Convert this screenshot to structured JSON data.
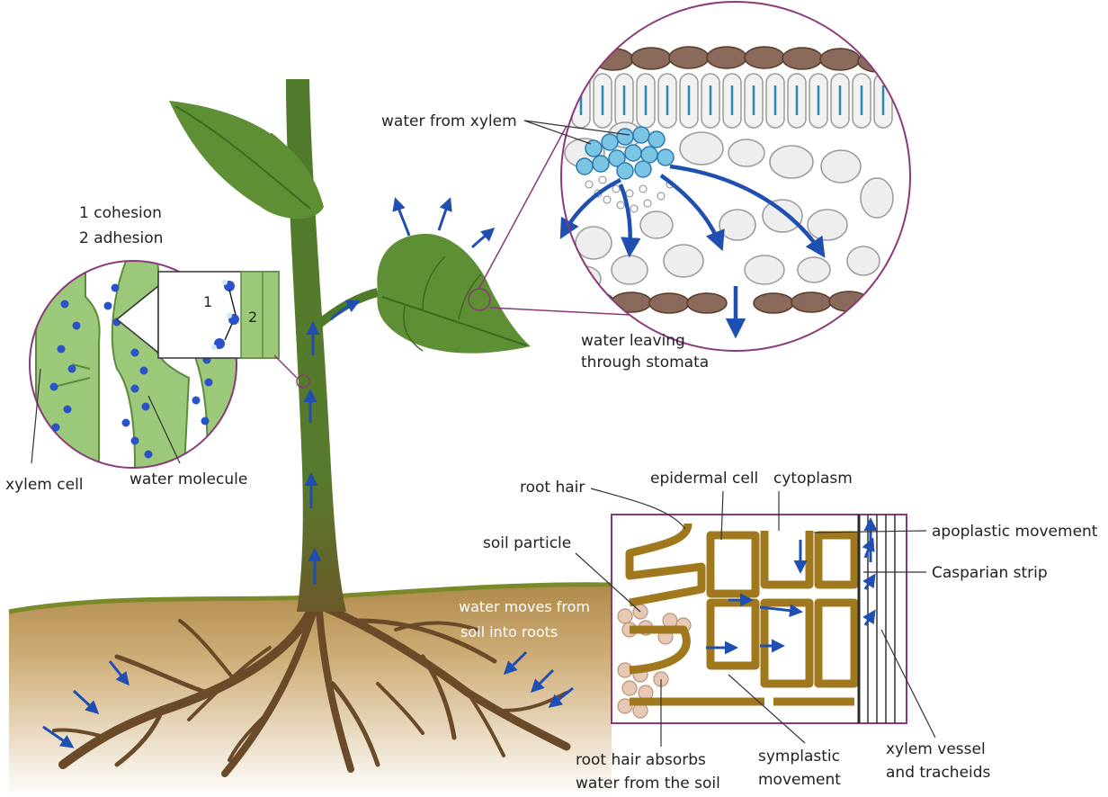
{
  "labels": {
    "cohesion": "1 cohesion",
    "adhesion": "2 adhesion",
    "xylem_cell": "xylem cell",
    "water_molecule": "water molecule",
    "inset_num_1": "1",
    "inset_num_2": "2",
    "water_from_xylem": "water from xylem",
    "water_leaving_1": "water leaving",
    "water_leaving_2": "through stomata",
    "water_moves_1": "water moves from",
    "water_moves_2": "soil into roots",
    "root_hair": "root hair",
    "epidermal_cell": "epidermal cell",
    "cytoplasm": "cytoplasm",
    "apoplastic_movement": "apoplastic movement",
    "casparian_strip": "Casparian strip",
    "soil_particle": "soil particle",
    "root_hair_absorbs_1": "root hair absorbs",
    "root_hair_absorbs_2": "water from the soil",
    "symplastic_1": "symplastic",
    "symplastic_2": "movement",
    "xylem_vessel_1": "xylem vessel",
    "xylem_vessel_2": "and tracheids"
  },
  "colors": {
    "flow_arrow": "#1f4fb0",
    "water_dot": "#2a52c9",
    "stem": "#4f7a2a",
    "leaf": "#5e8f34",
    "soil": "#c9a46a",
    "root": "#6a4a28",
    "callout_border": "#8a3a7a",
    "root_cell_wall": "#a0781e"
  }
}
